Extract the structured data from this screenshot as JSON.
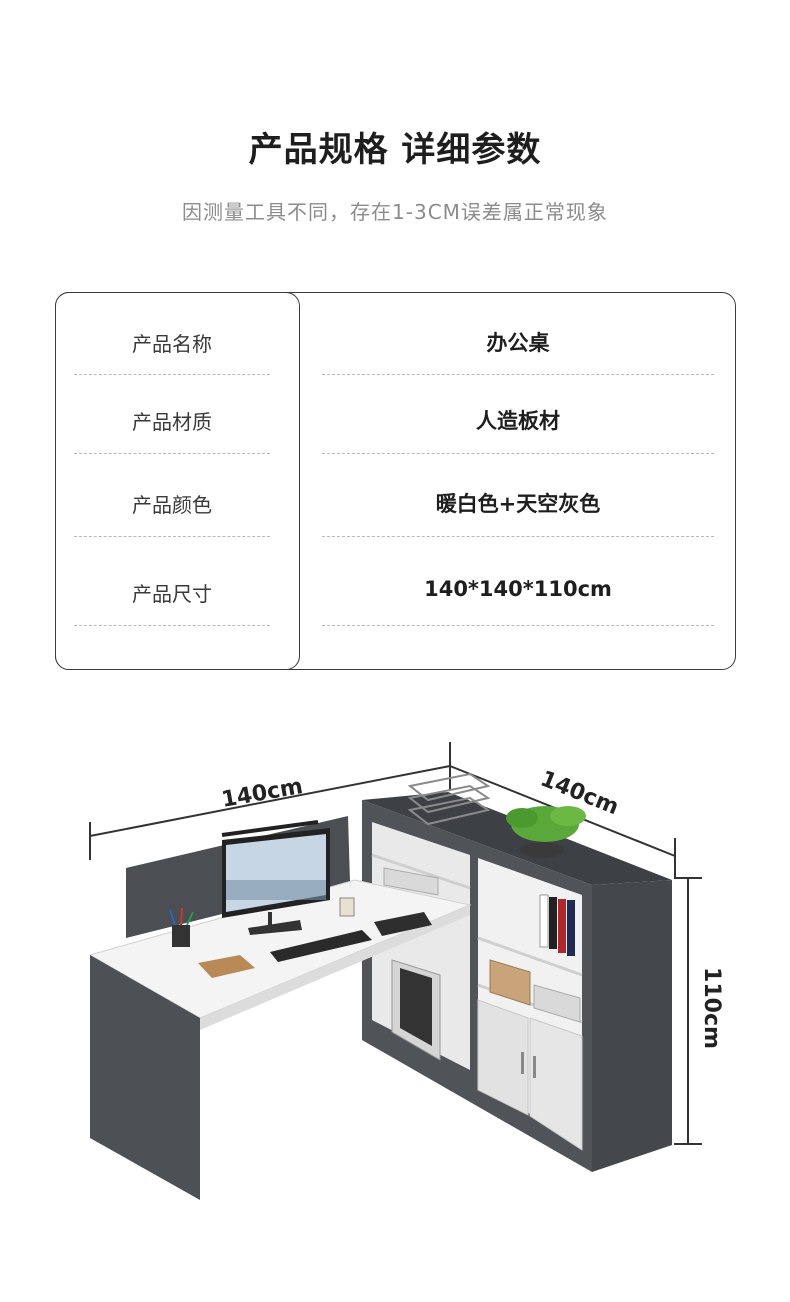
{
  "header": {
    "title": "产品规格 详细参数",
    "subtitle": "因测量工具不同，存在1-3CM误差属正常现象"
  },
  "specs": [
    {
      "label": "产品名称",
      "value": "办公桌"
    },
    {
      "label": "产品材质",
      "value": "人造板材"
    },
    {
      "label": "产品颜色",
      "value": "暖白色+天空灰色"
    },
    {
      "label": "产品尺寸",
      "value": "140*140*110cm"
    }
  ],
  "dimensions": {
    "width_label": "140cm",
    "depth_label": "140cm",
    "height_label": "110cm"
  },
  "colors": {
    "cabinet_dark": "#4a4d52",
    "desktop_white": "#f4f4f4",
    "plant_green": "#5aa83a"
  }
}
